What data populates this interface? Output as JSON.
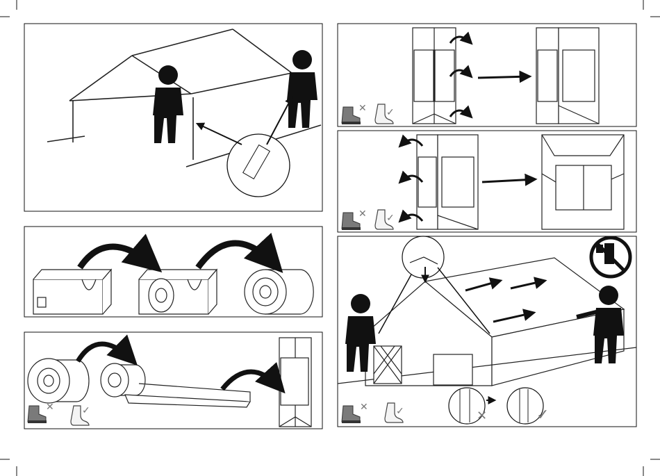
{
  "page": {
    "background": "#ffffff",
    "ink": "#111111",
    "grey_icon": "#777777",
    "description_note": "Instruction sheet with six wordless illustrated panels."
  },
  "panels": [
    {
      "id": "panel-frame-insert",
      "content": "Two people fit the tent canopy into the frame rail; magnified detail circle."
    },
    {
      "id": "panel-unroll-bag",
      "content": "Open bag and roll out the tent."
    },
    {
      "id": "panel-spread-floor",
      "content": "Unroll tent flat on ground; no shoes, socks only."
    },
    {
      "id": "panel-unfold-right",
      "content": "Unfold tent sections to the right; no shoes."
    },
    {
      "id": "panel-unfold-left",
      "content": "Unfold tent sections to the left; no shoes."
    },
    {
      "id": "panel-raise-tent",
      "content": "Raise the assembled tent; do not lean on walls; wall anchoring detail wrong/right."
    }
  ],
  "icons": {
    "boot_crossed": "boot-no-icon",
    "sock_ok": "sock-ok-icon",
    "no_lean": "no-lean-prohibition-icon",
    "cross": "cross-mark-icon",
    "check": "check-mark-icon"
  }
}
